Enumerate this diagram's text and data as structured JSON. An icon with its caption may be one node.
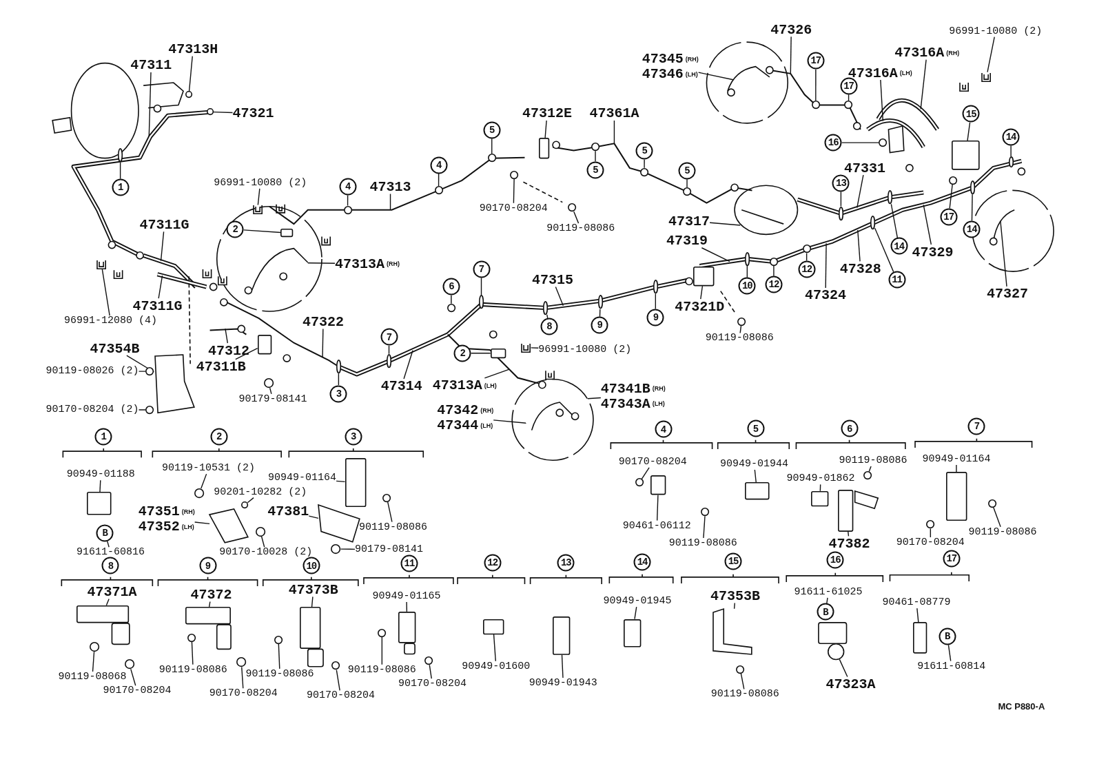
{
  "diagram": {
    "nodes": [
      {
        "text": [
          "47313H"
        ]
      },
      {
        "text": [
          "47311"
        ]
      },
      {
        "text": [
          "47321"
        ]
      },
      {
        "text": [
          "1"
        ]
      },
      {
        "text": [
          "47311G"
        ]
      },
      {
        "text": [
          "47311G"
        ]
      },
      {
        "text": [
          "96991-12080 (4)"
        ]
      },
      {
        "text": [
          "96991-10080 (2)"
        ]
      },
      {
        "text": [
          "2"
        ]
      },
      {
        "text": [
          "47313A"
        ],
        "beside": [
          "(RH)"
        ]
      },
      {
        "text": [
          "47312"
        ]
      },
      {
        "text": [
          "47311B"
        ]
      },
      {
        "text": [
          "90179-08141"
        ]
      },
      {
        "text": [
          "47354B"
        ]
      },
      {
        "text": [
          "90119-08026 (2)"
        ]
      },
      {
        "text": [
          "90170-08204 (2)"
        ]
      },
      {
        "text": [
          "47322"
        ]
      },
      {
        "text": [
          "3"
        ]
      },
      {
        "text": [
          "7"
        ]
      },
      {
        "text": [
          "47314"
        ]
      },
      {
        "text": [
          "4"
        ]
      },
      {
        "text": [
          "47313"
        ]
      },
      {
        "text": [
          "4"
        ]
      },
      {
        "text": [
          "5"
        ]
      },
      {
        "text": [
          "47312E"
        ]
      },
      {
        "text": [
          "47361A"
        ]
      },
      {
        "text": [
          "5"
        ]
      },
      {
        "text": [
          "5"
        ]
      },
      {
        "text": [
          "5"
        ]
      },
      {
        "text": [
          "90170-08204"
        ]
      },
      {
        "text": [
          "90119-08086"
        ]
      },
      {
        "text": [
          "47345",
          "47346"
        ],
        "beside": [
          "(RH)",
          "(LH)"
        ]
      },
      {
        "text": [
          "47326"
        ]
      },
      {
        "text": [
          "17"
        ]
      },
      {
        "text": [
          "17"
        ]
      },
      {
        "text": [
          "96991-10080 (2)"
        ]
      },
      {
        "text": [
          "47316A"
        ],
        "beside": [
          "(RH)"
        ]
      },
      {
        "text": [
          "47316A"
        ],
        "beside": [
          "(LH)"
        ]
      },
      {
        "text": [
          "15"
        ]
      },
      {
        "text": [
          "16"
        ]
      },
      {
        "text": [
          "14"
        ]
      },
      {
        "text": [
          "47331"
        ]
      },
      {
        "text": [
          "13"
        ]
      },
      {
        "text": [
          "47317"
        ]
      },
      {
        "text": [
          "47319"
        ]
      },
      {
        "text": [
          "10"
        ]
      },
      {
        "text": [
          "12"
        ]
      },
      {
        "text": [
          "12"
        ]
      },
      {
        "text": [
          "47324"
        ]
      },
      {
        "text": [
          "47328"
        ]
      },
      {
        "text": [
          "11"
        ]
      },
      {
        "text": [
          "14"
        ]
      },
      {
        "text": [
          "47329"
        ]
      },
      {
        "text": [
          "17"
        ]
      },
      {
        "text": [
          "14"
        ]
      },
      {
        "text": [
          "47327"
        ]
      },
      {
        "text": [
          "47321D"
        ]
      },
      {
        "text": [
          "90119-08086"
        ]
      },
      {
        "text": [
          "47315"
        ]
      },
      {
        "text": [
          "6"
        ]
      },
      {
        "text": [
          "7"
        ]
      },
      {
        "text": [
          "8"
        ]
      },
      {
        "text": [
          "9"
        ]
      },
      {
        "text": [
          "9"
        ]
      },
      {
        "text": [
          "2"
        ]
      },
      {
        "text": [
          "96991-10080 (2)"
        ]
      },
      {
        "text": [
          "47313A"
        ],
        "beside": [
          "(LH)"
        ]
      },
      {
        "text": [
          "47341B",
          "47343A"
        ],
        "beside": [
          "(RH)",
          "(LH)"
        ]
      },
      {
        "text": [
          "47342",
          "47344"
        ],
        "beside": [
          "(RH)",
          "(LH)"
        ]
      },
      {
        "text": [
          "1"
        ]
      },
      {
        "text": [
          "2"
        ]
      },
      {
        "text": [
          "3"
        ]
      },
      {
        "text": [
          "4"
        ]
      },
      {
        "text": [
          "5"
        ]
      },
      {
        "text": [
          "6"
        ]
      },
      {
        "text": [
          "7"
        ]
      },
      {
        "text": [
          "8"
        ]
      },
      {
        "text": [
          "9"
        ]
      },
      {
        "text": [
          "10"
        ]
      },
      {
        "text": [
          "11"
        ]
      },
      {
        "text": [
          "12"
        ]
      },
      {
        "text": [
          "13"
        ]
      },
      {
        "text": [
          "14"
        ]
      },
      {
        "text": [
          "15"
        ]
      },
      {
        "text": [
          "16"
        ]
      },
      {
        "text": [
          "17"
        ]
      },
      {
        "text": [
          "90949-01188"
        ]
      },
      {
        "text": [
          "B"
        ]
      },
      {
        "text": [
          "91611-60816"
        ]
      },
      {
        "text": [
          "90119-10531 (2)"
        ]
      },
      {
        "text": [
          "90201-10282 (2)"
        ]
      },
      {
        "text": [
          "47351",
          "47352"
        ],
        "beside": [
          "(RH)",
          "(LH)"
        ]
      },
      {
        "text": [
          "90170-10028 (2)"
        ]
      },
      {
        "text": [
          "90949-01164"
        ]
      },
      {
        "text": [
          "47381"
        ]
      },
      {
        "text": [
          "90119-08086"
        ]
      },
      {
        "text": [
          "90179-08141"
        ]
      },
      {
        "text": [
          "90170-08204"
        ]
      },
      {
        "text": [
          "90461-06112"
        ]
      },
      {
        "text": [
          "90119-08086"
        ]
      },
      {
        "text": [
          "90949-01944"
        ]
      },
      {
        "text": [
          "90119-08086"
        ]
      },
      {
        "text": [
          "90949-01862"
        ]
      },
      {
        "text": [
          "47382"
        ]
      },
      {
        "text": [
          "90949-01164"
        ]
      },
      {
        "text": [
          "90170-08204"
        ]
      },
      {
        "text": [
          "90119-08086"
        ]
      },
      {
        "text": [
          "47371A"
        ]
      },
      {
        "text": [
          "90119-08068"
        ]
      },
      {
        "text": [
          "90170-08204"
        ]
      },
      {
        "text": [
          "47372"
        ]
      },
      {
        "text": [
          "90119-08086"
        ]
      },
      {
        "text": [
          "90170-08204"
        ]
      },
      {
        "text": [
          "47373B"
        ]
      },
      {
        "text": [
          "90119-08086"
        ]
      },
      {
        "text": [
          "90170-08204"
        ]
      },
      {
        "text": [
          "90949-01165"
        ]
      },
      {
        "text": [
          "90119-08086"
        ]
      },
      {
        "text": [
          "90170-08204"
        ]
      },
      {
        "text": [
          "90949-01600"
        ]
      },
      {
        "text": [
          "90949-01943"
        ]
      },
      {
        "text": [
          "90949-01945"
        ]
      },
      {
        "text": [
          "47353B"
        ]
      },
      {
        "text": [
          "90119-08086"
        ]
      },
      {
        "text": [
          "91611-61025"
        ]
      },
      {
        "text": [
          "B"
        ]
      },
      {
        "text": [
          "47323A"
        ]
      },
      {
        "text": [
          "90461-08779"
        ]
      },
      {
        "text": [
          "B"
        ]
      },
      {
        "text": [
          "91611-60814"
        ]
      },
      {
        "text": [],
        "shape": "circle"
      },
      {
        "text": [],
        "shape": "circle"
      },
      {
        "text": [],
        "shape": "circle"
      },
      {
        "text": [],
        "shape": "circle"
      },
      {
        "text": [],
        "shape": "circle"
      },
      {
        "text": [],
        "shape": "circle"
      },
      {
        "text": [],
        "shape": "circle"
      },
      {
        "text": [],
        "shape": "circle"
      },
      {
        "text": [],
        "shape": "circle"
      },
      {
        "text": [],
        "shape": "circle"
      },
      {
        "text": [],
        "shape": "circle"
      },
      {
        "text": [],
        "shape": "circle"
      },
      {
        "text": [],
        "shape": "ellipse"
      },
      {
        "text": [],
        "shape": "ellipse"
      },
      {
        "text": [],
        "shape": "ellipse"
      },
      {
        "text": [],
        "shape": "ellipse"
      },
      {
        "text": [],
        "shape": "ellipse"
      },
      {
        "text": [],
        "shape": "ellipse"
      },
      {
        "text": [],
        "shape": "ellipse"
      },
      {
        "text": [],
        "shape": "ellipse"
      },
      {
        "text": [],
        "shape": "ellipse"
      },
      {
        "text": [],
        "shape": "ellipse"
      },
      {
        "text": [],
        "shape": "ellipse"
      },
      {
        "text": [],
        "shape": "ellipse"
      },
      {
        "text": [],
        "shape": "circle"
      },
      {
        "text": [],
        "shape": "circle"
      },
      {
        "text": [],
        "shape": "clip"
      },
      {
        "text": [],
        "shape": "clip"
      },
      {
        "text": [],
        "shape": "box"
      },
      {
        "text": [],
        "shape": "box"
      },
      {
        "text": [],
        "shape": "circle"
      },
      {
        "text": [],
        "shape": "bracket"
      },
      {
        "text": [],
        "shape": "circle"
      },
      {
        "text": [],
        "shape": "circle"
      },
      {
        "text": [],
        "shape": "box"
      },
      {
        "text": [],
        "shape": "circle"
      },
      {
        "text": [],
        "shape": "circle"
      },
      {
        "text": [],
        "shape": "clip"
      },
      {
        "text": [],
        "shape": "box"
      },
      {
        "text": [],
        "shape": "circle"
      },
      {
        "text": [],
        "shape": "ellipse"
      },
      {
        "text": [],
        "shape": "box"
      },
      {
        "text": [],
        "shape": "circle"
      },
      {
        "text": [],
        "shape": "box"
      },
      {
        "text": [],
        "shape": "clip"
      },
      {
        "text": [],
        "shape": "box"
      },
      {
        "text": [],
        "shape": "circle"
      },
      {
        "text": [],
        "shape": "circle"
      },
      {
        "text": [],
        "shape": "bracket"
      },
      {
        "text": [],
        "shape": "circle"
      },
      {
        "text": [],
        "shape": "box"
      },
      {
        "text": [],
        "shape": "bracket"
      },
      {
        "text": [],
        "shape": "circle"
      },
      {
        "text": [],
        "shape": "circle"
      },
      {
        "text": [],
        "shape": "circle"
      },
      {
        "text": [],
        "shape": "box"
      },
      {
        "text": [],
        "shape": "circle"
      },
      {
        "text": [],
        "shape": "box"
      },
      {
        "text": [],
        "shape": "circle"
      },
      {
        "text": [],
        "shape": "box"
      },
      {
        "text": [],
        "shape": "box"
      },
      {
        "text": [],
        "shape": "box"
      },
      {
        "text": [],
        "shape": "circle"
      },
      {
        "text": [],
        "shape": "circle"
      },
      {
        "text": [],
        "shape": "box"
      },
      {
        "text": [],
        "shape": "circle"
      },
      {
        "text": [],
        "shape": "circle"
      },
      {
        "text": [],
        "shape": "box"
      },
      {
        "text": [],
        "shape": "circle"
      },
      {
        "text": [],
        "shape": "circle"
      },
      {
        "text": [],
        "shape": "box"
      },
      {
        "text": [],
        "shape": "circle"
      },
      {
        "text": [],
        "shape": "circle"
      },
      {
        "text": [],
        "shape": "box"
      },
      {
        "text": [],
        "shape": "circle"
      },
      {
        "text": [],
        "shape": "circle"
      },
      {
        "text": [],
        "shape": "box"
      },
      {
        "text": [],
        "shape": "box"
      },
      {
        "text": [],
        "shape": "box"
      },
      {
        "text": [],
        "shape": "bracket"
      },
      {
        "text": [],
        "shape": "circle"
      },
      {
        "text": [],
        "shape": "circle"
      },
      {
        "text": [],
        "shape": "box"
      }
    ],
    "edges": [
      {
        "from": 0,
        "to": 154,
        "arrow": "none"
      },
      {
        "from": 1,
        "to": null,
        "arrow": "none"
      },
      {
        "from": 2,
        "to": 155,
        "arrow": "none"
      },
      {
        "from": 3,
        "to": 142,
        "arrow": "none"
      },
      {
        "from": 4,
        "to": null,
        "arrow": "none"
      },
      {
        "from": 5,
        "to": null,
        "arrow": "none"
      },
      {
        "from": 6,
        "to": 156,
        "arrow": "none"
      },
      {
        "from": 7,
        "to": 157,
        "arrow": "none"
      },
      {
        "from": 8,
        "to": 158,
        "arrow": "none"
      },
      {
        "from": 9,
        "to": null,
        "arrow": "none"
      },
      {
        "from": 10,
        "to": null,
        "arrow": "none"
      },
      {
        "from": 11,
        "to": 159,
        "arrow": "none"
      },
      {
        "from": 12,
        "to": 160,
        "arrow": "none"
      },
      {
        "from": 13,
        "to": 161,
        "arrow": "none"
      },
      {
        "from": 14,
        "to": 162,
        "arrow": "none"
      },
      {
        "from": 15,
        "to": 163,
        "arrow": "none"
      },
      {
        "from": 16,
        "to": null,
        "arrow": "none"
      },
      {
        "from": 17,
        "to": 143,
        "arrow": "none"
      },
      {
        "from": 18,
        "to": 144,
        "arrow": "none"
      },
      {
        "from": 19,
        "to": null,
        "arrow": "none"
      },
      {
        "from": 20,
        "to": 130,
        "arrow": "none"
      },
      {
        "from": 21,
        "to": null,
        "arrow": "none"
      },
      {
        "from": 22,
        "to": 131,
        "arrow": "none"
      },
      {
        "from": 23,
        "to": 132,
        "arrow": "none"
      },
      {
        "from": 24,
        "to": 164,
        "arrow": "none"
      },
      {
        "from": 25,
        "to": null,
        "arrow": "none"
      },
      {
        "from": 26,
        "to": 133,
        "arrow": "none"
      },
      {
        "from": 27,
        "to": 134,
        "arrow": "none"
      },
      {
        "from": 28,
        "to": 135,
        "arrow": "none"
      },
      {
        "from": 29,
        "to": 165,
        "arrow": "none"
      },
      {
        "from": 30,
        "to": 166,
        "arrow": "none"
      },
      {
        "from": 31,
        "to": null,
        "arrow": "none"
      },
      {
        "from": 32,
        "to": null,
        "arrow": "none"
      },
      {
        "from": 33,
        "to": 138,
        "arrow": "none"
      },
      {
        "from": 34,
        "to": 139,
        "arrow": "none"
      },
      {
        "from": 35,
        "to": 167,
        "arrow": "none"
      },
      {
        "from": 36,
        "to": null,
        "arrow": "none"
      },
      {
        "from": 37,
        "to": null,
        "arrow": "none"
      },
      {
        "from": 38,
        "to": 168,
        "arrow": "none"
      },
      {
        "from": 39,
        "to": 169,
        "arrow": "none"
      },
      {
        "from": 40,
        "to": 170,
        "arrow": "none"
      },
      {
        "from": 41,
        "to": null,
        "arrow": "none"
      },
      {
        "from": 42,
        "to": 150,
        "arrow": "none"
      },
      {
        "from": 43,
        "to": null,
        "arrow": "none"
      },
      {
        "from": 44,
        "to": null,
        "arrow": "none"
      },
      {
        "from": 45,
        "to": 149,
        "arrow": "none"
      },
      {
        "from": 46,
        "to": 136,
        "arrow": "none"
      },
      {
        "from": 47,
        "to": 137,
        "arrow": "none"
      },
      {
        "from": 48,
        "to": null,
        "arrow": "none"
      },
      {
        "from": 49,
        "to": null,
        "arrow": "none"
      },
      {
        "from": 50,
        "to": 151,
        "arrow": "none"
      },
      {
        "from": 51,
        "to": 152,
        "arrow": "none"
      },
      {
        "from": 52,
        "to": null,
        "arrow": "none"
      },
      {
        "from": 53,
        "to": 141,
        "arrow": "none"
      },
      {
        "from": 54,
        "to": 153,
        "arrow": "none"
      },
      {
        "from": 55,
        "to": null,
        "arrow": "none"
      },
      {
        "from": 56,
        "to": 171,
        "arrow": "none"
      },
      {
        "from": 57,
        "to": 172,
        "arrow": "none"
      },
      {
        "from": 58,
        "to": null,
        "arrow": "none"
      },
      {
        "from": 59,
        "to": 140,
        "arrow": "none"
      },
      {
        "from": 60,
        "to": 145,
        "arrow": "none"
      },
      {
        "from": 61,
        "to": 146,
        "arrow": "none"
      },
      {
        "from": 62,
        "to": 147,
        "arrow": "none"
      },
      {
        "from": 63,
        "to": 148,
        "arrow": "none"
      },
      {
        "from": 64,
        "to": 173,
        "arrow": "none"
      },
      {
        "from": 65,
        "to": 174,
        "arrow": "none"
      },
      {
        "from": 66,
        "to": null,
        "arrow": "none"
      },
      {
        "from": 67,
        "to": null,
        "arrow": "none"
      },
      {
        "from": 68,
        "to": null,
        "arrow": "none"
      },
      {
        "from": 86,
        "to": 175,
        "arrow": "none"
      },
      {
        "from": 88,
        "to": 87,
        "arrow": "none"
      },
      {
        "from": 89,
        "to": 176,
        "arrow": "none"
      },
      {
        "from": 90,
        "to": 177,
        "arrow": "none"
      },
      {
        "from": 91,
        "to": 178,
        "arrow": "none"
      },
      {
        "from": 92,
        "to": 179,
        "arrow": "none"
      },
      {
        "from": 93,
        "to": 180,
        "arrow": "none"
      },
      {
        "from": 94,
        "to": 181,
        "arrow": "none"
      },
      {
        "from": 95,
        "to": 182,
        "arrow": "none"
      },
      {
        "from": 96,
        "to": 183,
        "arrow": "none"
      },
      {
        "from": 97,
        "to": 184,
        "arrow": "none"
      },
      {
        "from": 98,
        "to": 185,
        "arrow": "none"
      },
      {
        "from": 99,
        "to": 186,
        "arrow": "none"
      },
      {
        "from": 100,
        "to": 187,
        "arrow": "none"
      },
      {
        "from": 101,
        "to": 188,
        "arrow": "none"
      },
      {
        "from": 102,
        "to": 189,
        "arrow": "none"
      },
      {
        "from": 103,
        "to": 190,
        "arrow": "none"
      },
      {
        "from": 104,
        "to": 191,
        "arrow": "none"
      },
      {
        "from": 105,
        "to": 192,
        "arrow": "none"
      },
      {
        "from": 106,
        "to": 193,
        "arrow": "none"
      },
      {
        "from": 107,
        "to": 194,
        "arrow": "none"
      },
      {
        "from": 108,
        "to": 195,
        "arrow": "none"
      },
      {
        "from": 109,
        "to": 196,
        "arrow": "none"
      },
      {
        "from": 110,
        "to": 197,
        "arrow": "none"
      },
      {
        "from": 111,
        "to": 198,
        "arrow": "none"
      },
      {
        "from": 112,
        "to": 199,
        "arrow": "none"
      },
      {
        "from": 113,
        "to": 200,
        "arrow": "none"
      },
      {
        "from": 114,
        "to": 201,
        "arrow": "none"
      },
      {
        "from": 115,
        "to": 202,
        "arrow": "none"
      },
      {
        "from": 116,
        "to": 203,
        "arrow": "none"
      },
      {
        "from": 117,
        "to": 204,
        "arrow": "none"
      },
      {
        "from": 118,
        "to": 205,
        "arrow": "none"
      },
      {
        "from": 119,
        "to": 206,
        "arrow": "none"
      },
      {
        "from": 120,
        "to": 207,
        "arrow": "none"
      },
      {
        "from": 121,
        "to": 208,
        "arrow": "none"
      },
      {
        "from": 122,
        "to": 209,
        "arrow": "none"
      },
      {
        "from": 123,
        "to": 210,
        "arrow": "none"
      },
      {
        "from": 124,
        "to": 125,
        "arrow": "none"
      },
      {
        "from": 126,
        "to": 211,
        "arrow": "none"
      },
      {
        "from": 127,
        "to": 212,
        "arrow": "none"
      },
      {
        "from": 129,
        "to": 128,
        "arrow": "none"
      }
    ],
    "labels": [
      "MC P880-A"
    ]
  }
}
